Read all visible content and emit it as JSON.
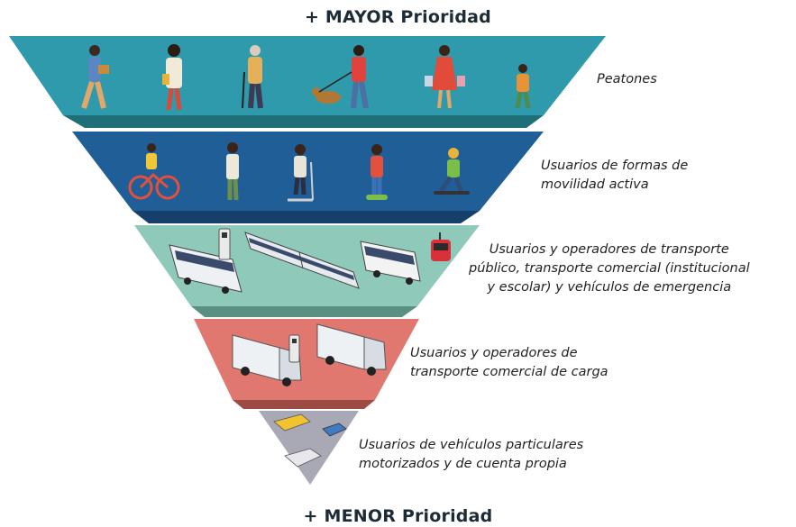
{
  "top_heading": "+ MAYOR Prioridad",
  "bottom_heading": "+ MENOR Prioridad",
  "tiers": [
    {
      "name": "peatones",
      "color": "#2e9aab",
      "lines": [
        "Peatones"
      ],
      "icons": [
        "pedestrian-icon",
        "pedestrian-icon",
        "pedestrian-icon",
        "dog-walker-icon",
        "pedestrian-icon",
        "child-icon"
      ]
    },
    {
      "name": "movilidad-activa",
      "color": "#1f5e96",
      "lines": [
        "Usuarios de formas de",
        "movilidad activa"
      ],
      "icons": [
        "cyclist-icon",
        "pedestrian-icon",
        "scooter-icon",
        "hoverboard-icon",
        "skateboard-icon"
      ]
    },
    {
      "name": "transporte-publico",
      "color": "#8ec9b9",
      "lines": [
        "Usuarios y operadores de transporte",
        "público, transporte comercial (institucional",
        "y escolar) y vehículos de emergencia"
      ],
      "icons": [
        "bus-icon",
        "charging-station-icon",
        "articulated-bus-icon",
        "minibus-icon",
        "cable-car-icon"
      ]
    },
    {
      "name": "carga",
      "color": "#e0786f",
      "lines": [
        "Usuarios y operadores de",
        "transporte comercial de carga"
      ],
      "icons": [
        "truck-icon",
        "charging-station-icon",
        "truck-icon"
      ]
    },
    {
      "name": "particulares",
      "color": "#a9a9b6",
      "lines": [
        "Usuarios de vehículos particulares",
        "motorizados y de cuenta propia"
      ],
      "icons": [
        "taxi-icon",
        "car-icon",
        "car-icon"
      ]
    }
  ]
}
